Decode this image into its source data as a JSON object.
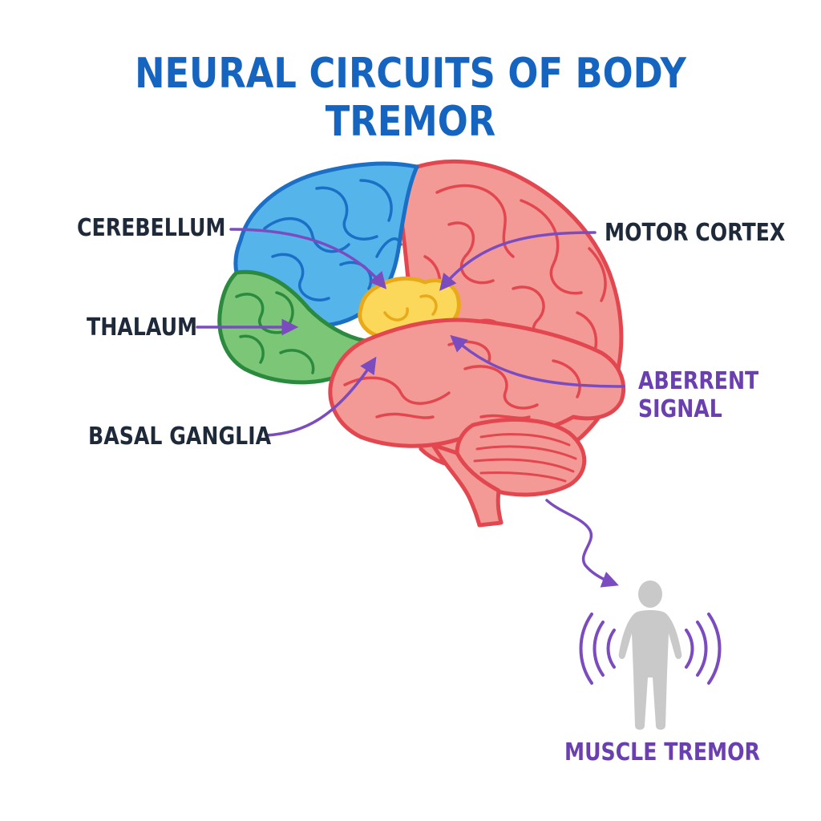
{
  "title": "NEURAL CIRCUITS OF BODY TREMOR",
  "labels": {
    "cerebellum": "CEREBELLUM",
    "thalaum": "THALAUM",
    "basal_ganglia": "BASAL GANGLIA",
    "motor_cortex": "MOTOR CORTEX",
    "aberrant_signal_line1": "ABERRENT",
    "aberrant_signal_line2": "SIGNAL",
    "muscle_tremor": "MUSCLE TREMOR"
  },
  "colors": {
    "title": "#1565c0",
    "label_text": "#1e2a3a",
    "accent_purple": "#6a3fb0",
    "arrow": "#7b4cc0",
    "blue_region_fill": "#55b4ea",
    "blue_region_stroke": "#1b6fc4",
    "green_region_fill": "#7cc677",
    "green_region_stroke": "#2b8a3e",
    "yellow_region_fill": "#fbd85a",
    "yellow_region_stroke": "#e8a91a",
    "red_region_fill": "#f49a96",
    "red_region_stroke": "#e2474f",
    "figure_fill": "#c9c9c9"
  },
  "icons": {
    "brain": "brain-illustration",
    "person": "person-silhouette-icon",
    "vibration": "vibration-waves-icon"
  }
}
